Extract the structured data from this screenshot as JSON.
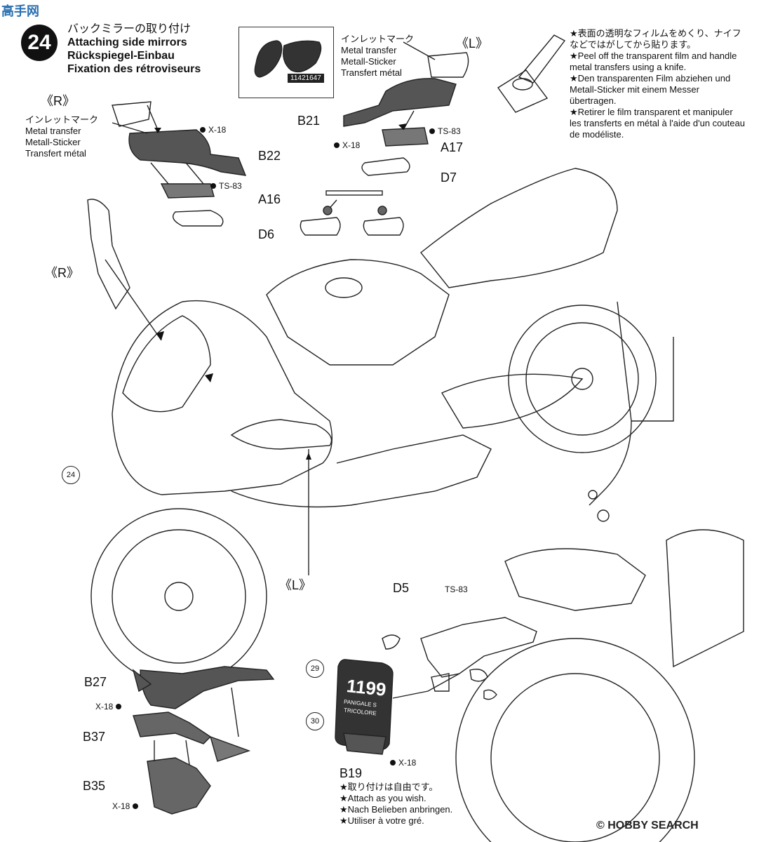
{
  "watermark_top": "高手网",
  "step_number": "24",
  "title": {
    "jp": "バックミラーの取り付け",
    "en": "Attaching side mirrors",
    "de": "Rückspiegel-Einbau",
    "fr": "Fixation des rétroviseurs"
  },
  "inset_code": "11421647",
  "inlet_label_right": {
    "jp": "インレットマーク",
    "en": "Metal transfer",
    "de": "Metall-Sticker",
    "fr": "Transfert métal"
  },
  "inlet_label_left": {
    "jp": "インレットマーク",
    "en": "Metal transfer",
    "de": "Metall-Sticker",
    "fr": "Transfert métal"
  },
  "side_right": "《R》",
  "side_left": "《L》",
  "side_right_mirror": "《R》",
  "side_left_bottom": "《L》",
  "note": {
    "jp": "★表面の透明なフィルムをめくり、ナイフなどではがしてから貼ります。",
    "en": "★Peel off the transparent film and handle metal transfers using a knife.",
    "de": "★Den transparenten Film abziehen und Metall-Sticker mit einem Messer übertragen.",
    "fr": "★Retirer le film transparent et manipuler les transferts en métal à l'aide d'un couteau de modéliste."
  },
  "parts": {
    "B22": "B22",
    "A16": "A16",
    "D6": "D6",
    "B21": "B21",
    "A17": "A17",
    "D7": "D7",
    "D5": "D5",
    "B27": "B27",
    "B37": "B37",
    "B35": "B35",
    "B19": "B19"
  },
  "paints": {
    "x18_1": "X-18",
    "ts83_1": "TS-83",
    "x18_2": "X-18",
    "ts83_2": "TS-83",
    "ts83_3": "TS-83",
    "x18_3": "X-18",
    "x18_4": "X-18",
    "x18_5": "X-18"
  },
  "refs": {
    "r24": "24",
    "r29": "29",
    "r30": "30"
  },
  "plate_text": {
    "line1": "1199",
    "line2": "PANIGALE S",
    "line3": "TRICOLORE"
  },
  "attach_note": {
    "jp": "★取り付けは自由です。",
    "en": "★Attach as you wish.",
    "de": "★Nach Belieben anbringen.",
    "fr": "★Utiliser à votre gré."
  },
  "watermark_bottom": "© HOBBY SEARCH"
}
